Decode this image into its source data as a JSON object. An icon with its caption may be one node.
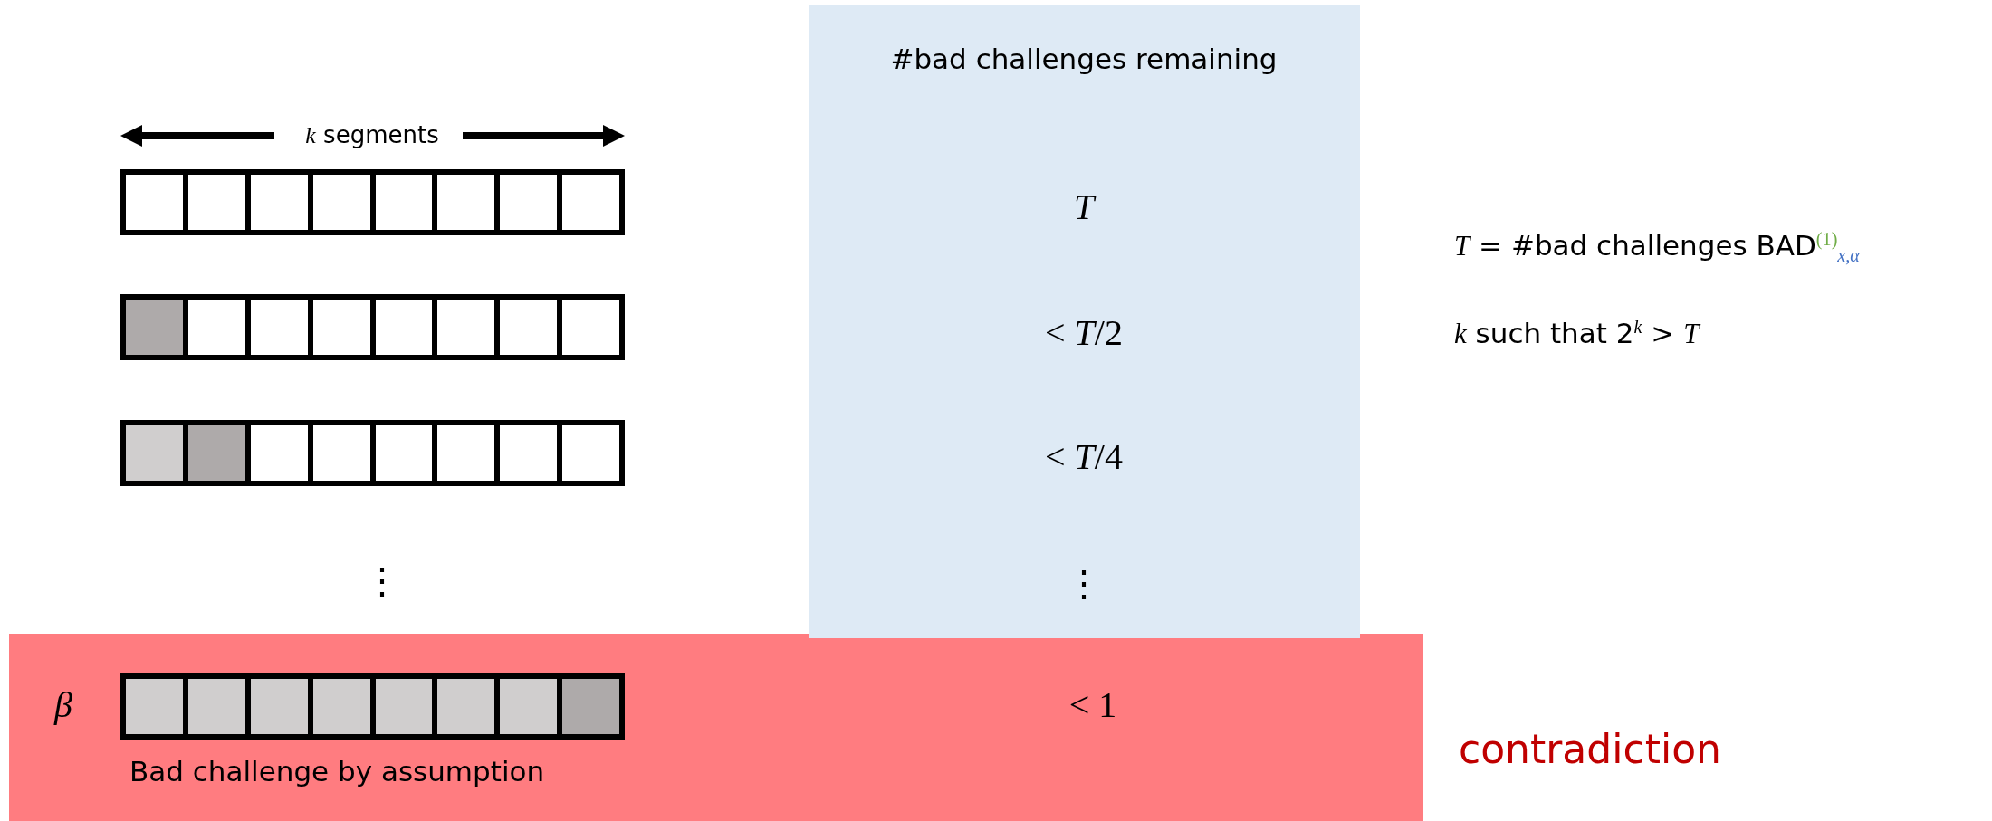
{
  "diagram": {
    "nodes": [
      {
        "text": [
          "#bad challenges remaining",
          "*T*",
          "< *T*/2",
          "< *T*/4",
          "⋮"
        ]
      },
      {
        "text": [
          "< 1"
        ]
      },
      {
        "text": [],
        "shape": "bar"
      },
      {
        "text": [],
        "shape": "bar"
      },
      {
        "text": [],
        "shape": "bar"
      },
      {
        "text": [],
        "shape": "bar",
        "in": 1,
        "beside": [
          "*β*",
          "Bad challenge by assumption"
        ]
      }
    ],
    "edges": [],
    "labels": [
      "*k* segments",
      "⋮",
      "*T* = #bad challenges BAD$^{(1)}$$_{x,α}$",
      "*k* such that 2$^{k}$ > *T*",
      "contradiction"
    ]
  }
}
